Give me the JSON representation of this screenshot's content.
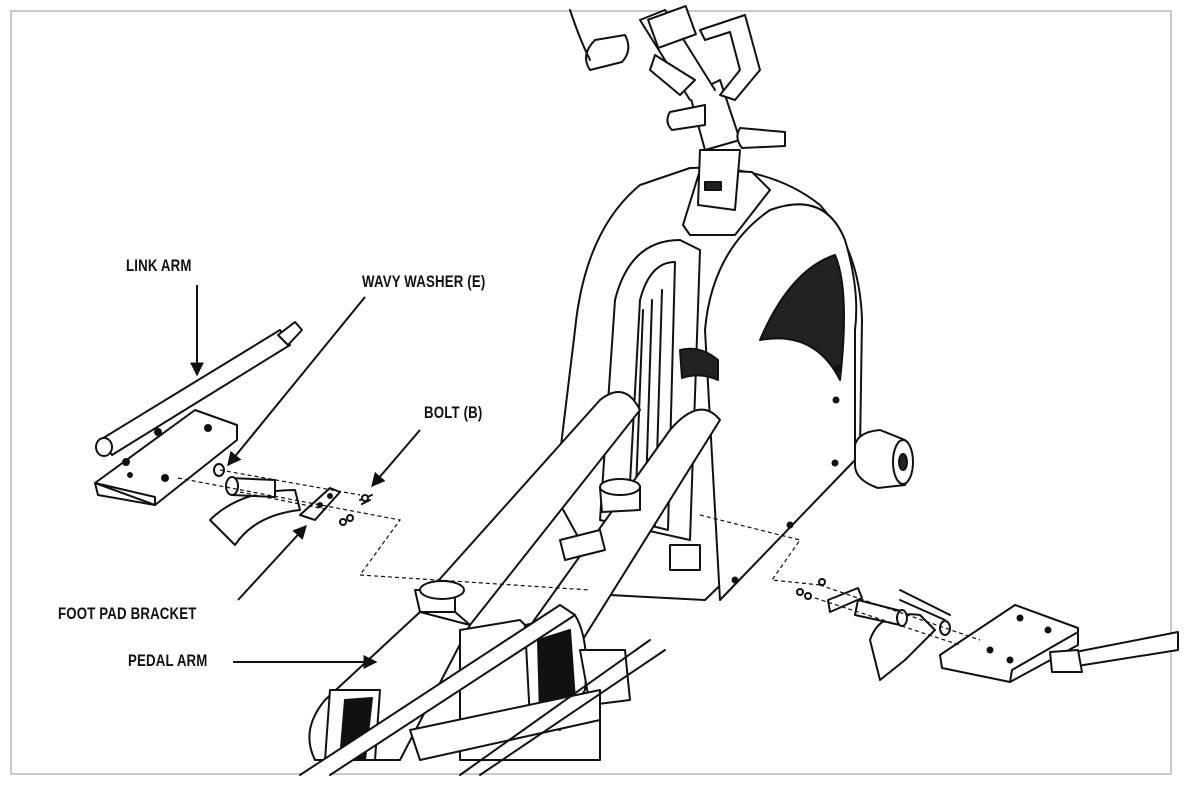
{
  "labels": {
    "link_arm": "LINK ARM",
    "wavy_washer": "WAVY WASHER (E)",
    "bolt": "BOLT (B)",
    "foot_pad_bracket": "FOOT PAD BRACKET",
    "pedal_arm": "PEDAL ARM"
  },
  "colors": {
    "line": "#111111",
    "border": "#c9c9c9",
    "fill": "#ffffff",
    "shade": "#222222"
  },
  "icons": {
    "arrow": "arrowhead"
  }
}
